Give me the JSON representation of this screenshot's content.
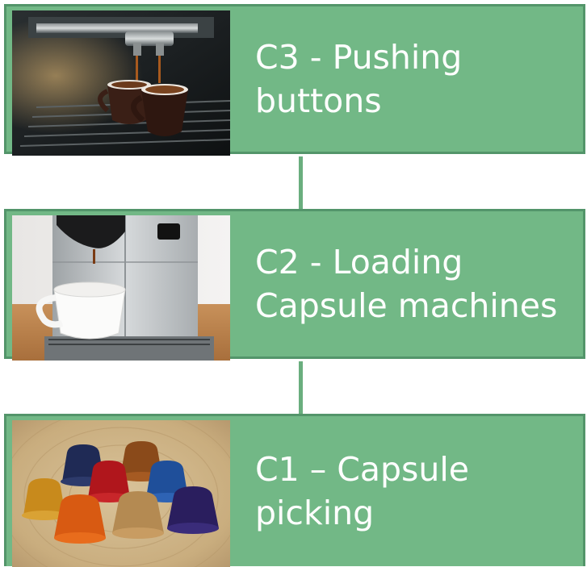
{
  "steps": [
    {
      "text": "C3 - Pushing buttons",
      "image": "espresso-machine-pouring-photo"
    },
    {
      "text": "C2 - Loading Capsule machines",
      "image": "capsule-coffee-machine-photo"
    },
    {
      "text": "C1 – Capsule picking",
      "image": "coffee-capsules-photo"
    }
  ],
  "colors": {
    "card_fill": "#72b886",
    "card_border": "#53956a",
    "connector": "#6aae7e",
    "text": "#ffffff"
  }
}
